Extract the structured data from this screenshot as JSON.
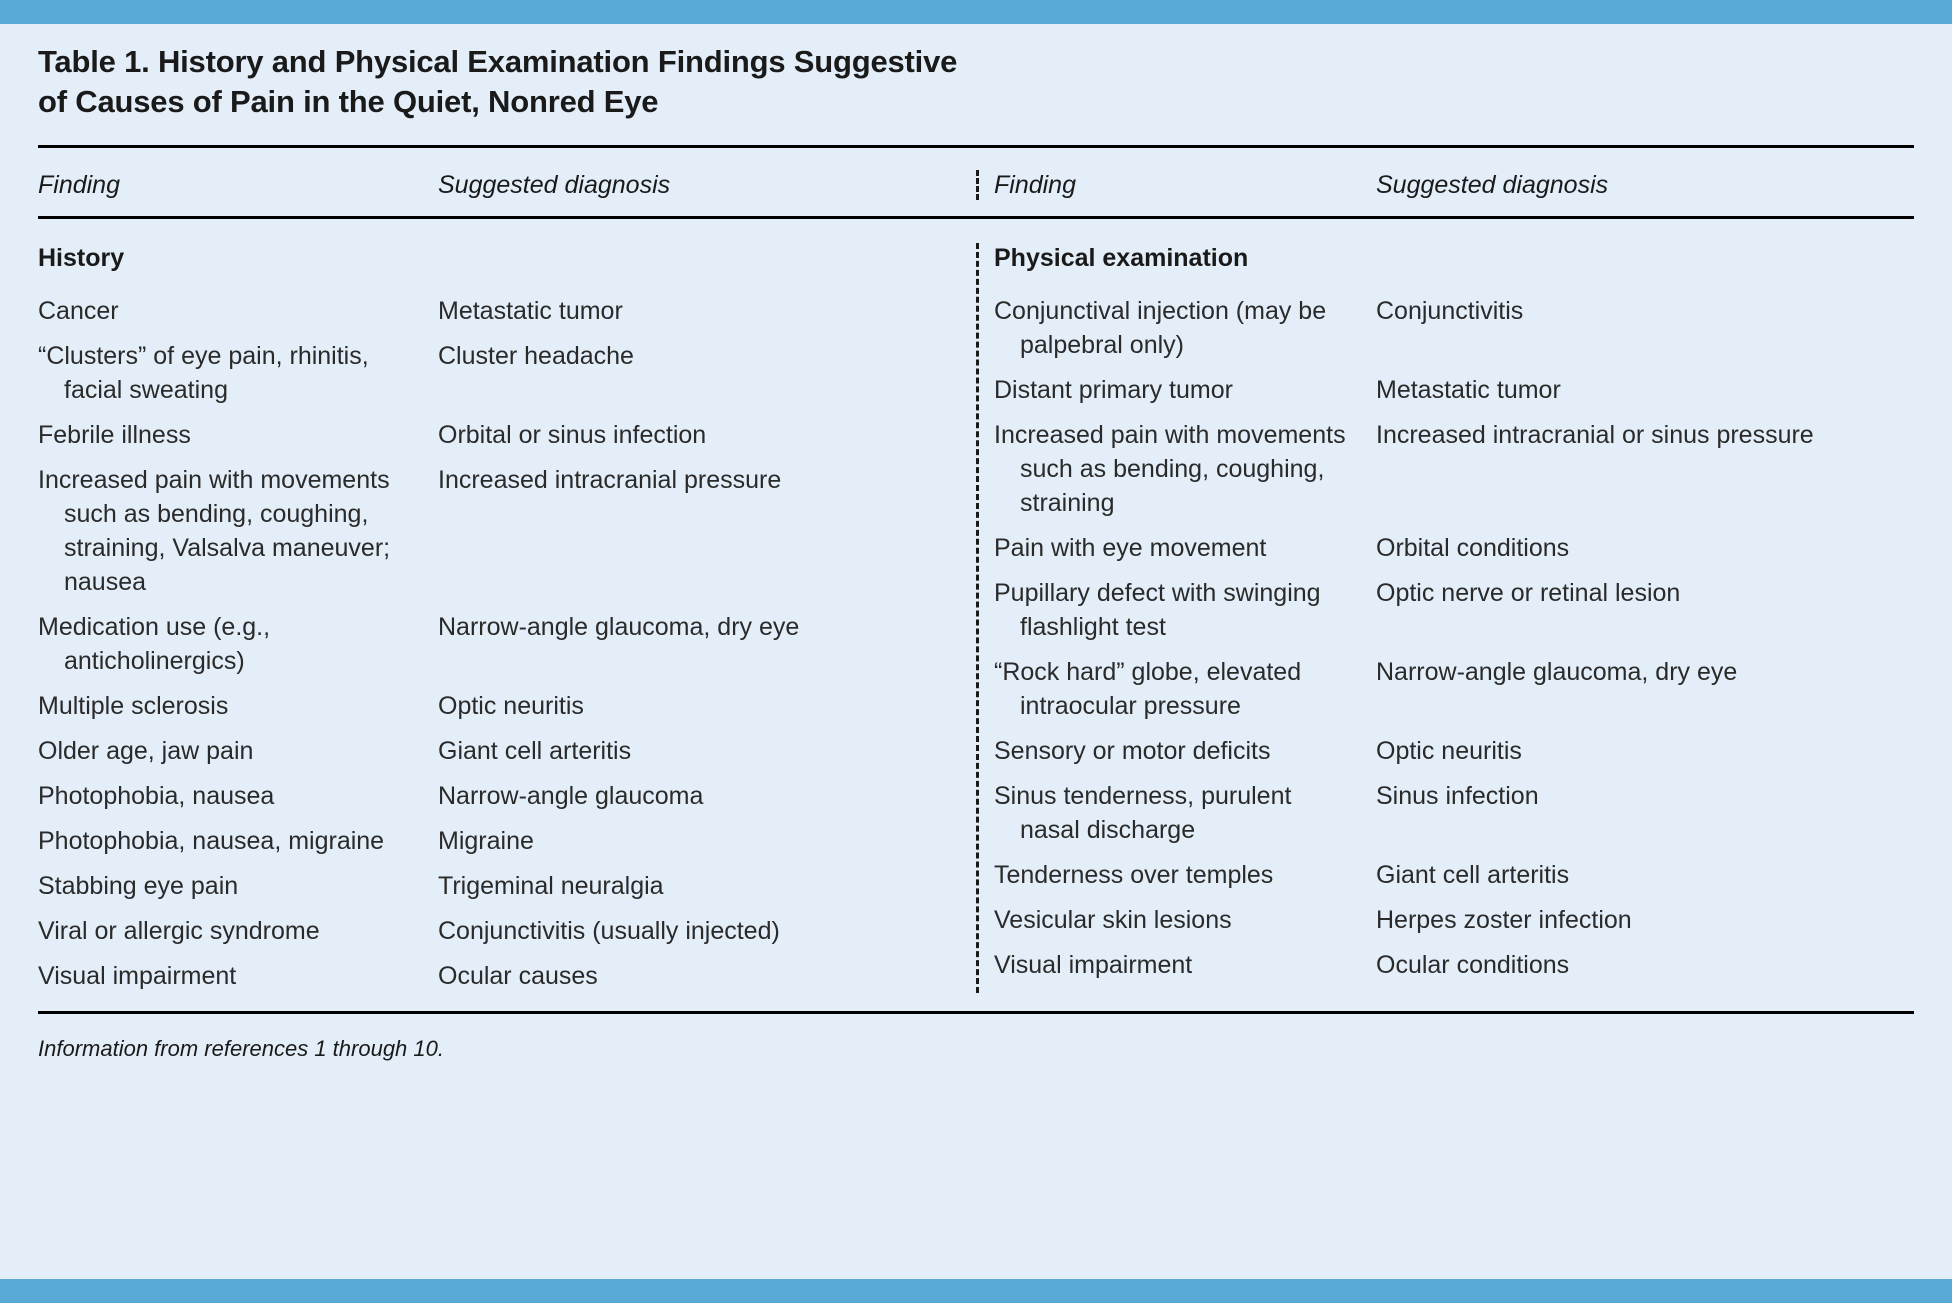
{
  "colors": {
    "accent_bar": "#58a9d6",
    "background": "#e3eef8",
    "rule": "#000000",
    "text": "#1a1a1a"
  },
  "title": {
    "line1": "Table 1. History and Physical Examination Findings Suggestive",
    "line2": "of Causes of Pain in the Quiet, Nonred Eye"
  },
  "headers": {
    "finding_left": "Finding",
    "diagnosis_left": "Suggested diagnosis",
    "finding_right": "Finding",
    "diagnosis_right": "Suggested diagnosis"
  },
  "groups": {
    "history": "History",
    "physical": "Physical examination"
  },
  "history_rows": [
    {
      "finding": "Cancer",
      "diagnosis": "Metastatic tumor"
    },
    {
      "finding": "“Clusters” of eye pain, rhinitis, facial sweating",
      "diagnosis": "Cluster headache"
    },
    {
      "finding": "Febrile illness",
      "diagnosis": "Orbital or sinus infection"
    },
    {
      "finding": "Increased pain with movements such as bending, coughing, straining, Valsalva maneuver; nausea",
      "diagnosis": "Increased intracranial pressure"
    },
    {
      "finding": "Medication use (e.g., anticholinergics)",
      "diagnosis": "Narrow-angle glaucoma, dry eye"
    },
    {
      "finding": "Multiple sclerosis",
      "diagnosis": "Optic neuritis"
    },
    {
      "finding": "Older age, jaw pain",
      "diagnosis": "Giant cell arteritis"
    },
    {
      "finding": "Photophobia, nausea",
      "diagnosis": "Narrow-angle glaucoma"
    },
    {
      "finding": "Photophobia, nausea, migraine",
      "diagnosis": "Migraine"
    },
    {
      "finding": "Stabbing eye pain",
      "diagnosis": "Trigeminal neuralgia"
    },
    {
      "finding": "Viral or allergic syndrome",
      "diagnosis": "Conjunctivitis (usually injected)"
    },
    {
      "finding": "Visual impairment",
      "diagnosis": "Ocular causes"
    }
  ],
  "physical_rows": [
    {
      "finding": "Conjunctival injection (may be palpebral only)",
      "diagnosis": "Conjunctivitis"
    },
    {
      "finding": "Distant primary tumor",
      "diagnosis": "Metastatic tumor"
    },
    {
      "finding": "Increased pain with movements such as bending, coughing, straining",
      "diagnosis": "Increased intracranial or sinus pressure"
    },
    {
      "finding": "Pain with eye movement",
      "diagnosis": "Orbital conditions"
    },
    {
      "finding": "Pupillary defect with swinging flashlight test",
      "diagnosis": "Optic nerve or retinal lesion"
    },
    {
      "finding": "“Rock hard” globe, elevated intraocular pressure",
      "diagnosis": "Narrow-angle glaucoma, dry eye"
    },
    {
      "finding": "Sensory or motor deficits",
      "diagnosis": "Optic neuritis"
    },
    {
      "finding": "Sinus tenderness, purulent nasal discharge",
      "diagnosis": "Sinus infection"
    },
    {
      "finding": "Tenderness over temples",
      "diagnosis": "Giant cell arteritis"
    },
    {
      "finding": "Vesicular skin lesions",
      "diagnosis": "Herpes zoster infection"
    },
    {
      "finding": "Visual impairment",
      "diagnosis": "Ocular conditions"
    }
  ],
  "footer": "Information from references 1 through 10."
}
